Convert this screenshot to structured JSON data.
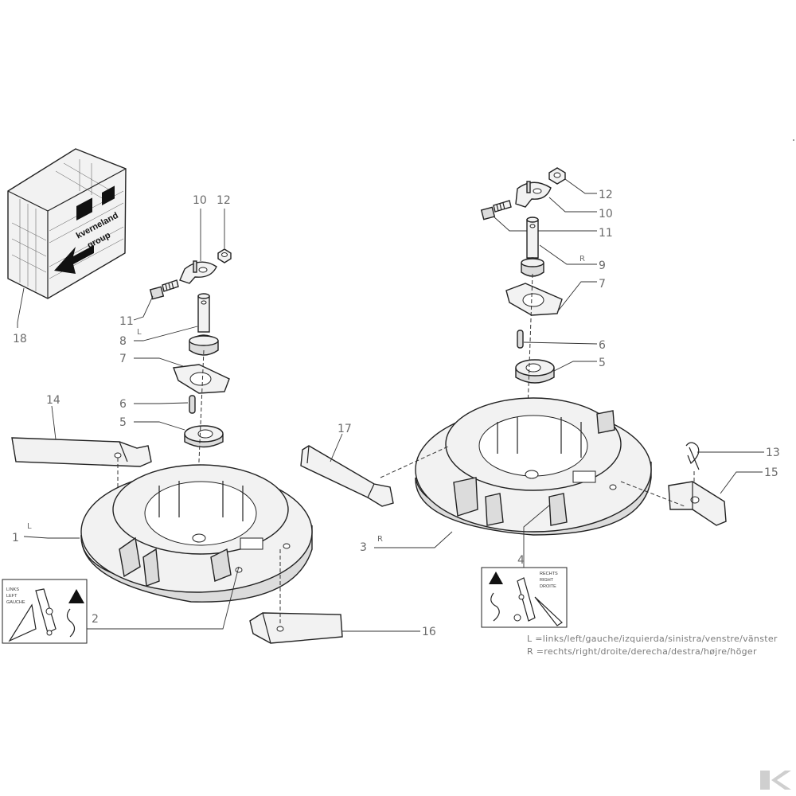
{
  "callouts": {
    "p1": "1",
    "p2": "2",
    "p3": "3",
    "p4": "4",
    "p5a": "5",
    "p5b": "5",
    "p6a": "6",
    "p6b": "6",
    "p7a": "7",
    "p7b": "7",
    "p8": "8",
    "p9": "9",
    "p10a": "10",
    "p10b": "10",
    "p11a": "11",
    "p11b": "11",
    "p12a": "12",
    "p12b": "12",
    "p13": "13",
    "p14": "14",
    "p15": "15",
    "p16": "16",
    "p17": "17",
    "p18": "18"
  },
  "side_marks": {
    "l_bearing": "L",
    "l_disc": "L",
    "r_bearing": "R",
    "r_disc": "R"
  },
  "box_brand": {
    "line1": "kverneland",
    "line2": "group"
  },
  "decal_left": {
    "lines": [
      "LINKS",
      "LEFT",
      "GAUCHE"
    ]
  },
  "decal_right": {
    "lines": [
      "RECHTS",
      "RIGHT",
      "DROITE"
    ]
  },
  "legend": {
    "left": "L  =links/left/gauche/izquierda/sinistra/venstre/vänster",
    "right": "R  =rechts/right/droite/derecha/destra/højre/höger"
  },
  "colors": {
    "line": "#222222",
    "callout_text": "#6a6a6a",
    "legend_text": "#7a7a7a",
    "logo": "#cfcfcf"
  },
  "icons": {
    "logo": "k-logo-icon",
    "warning": "warning-triangle-icon"
  }
}
